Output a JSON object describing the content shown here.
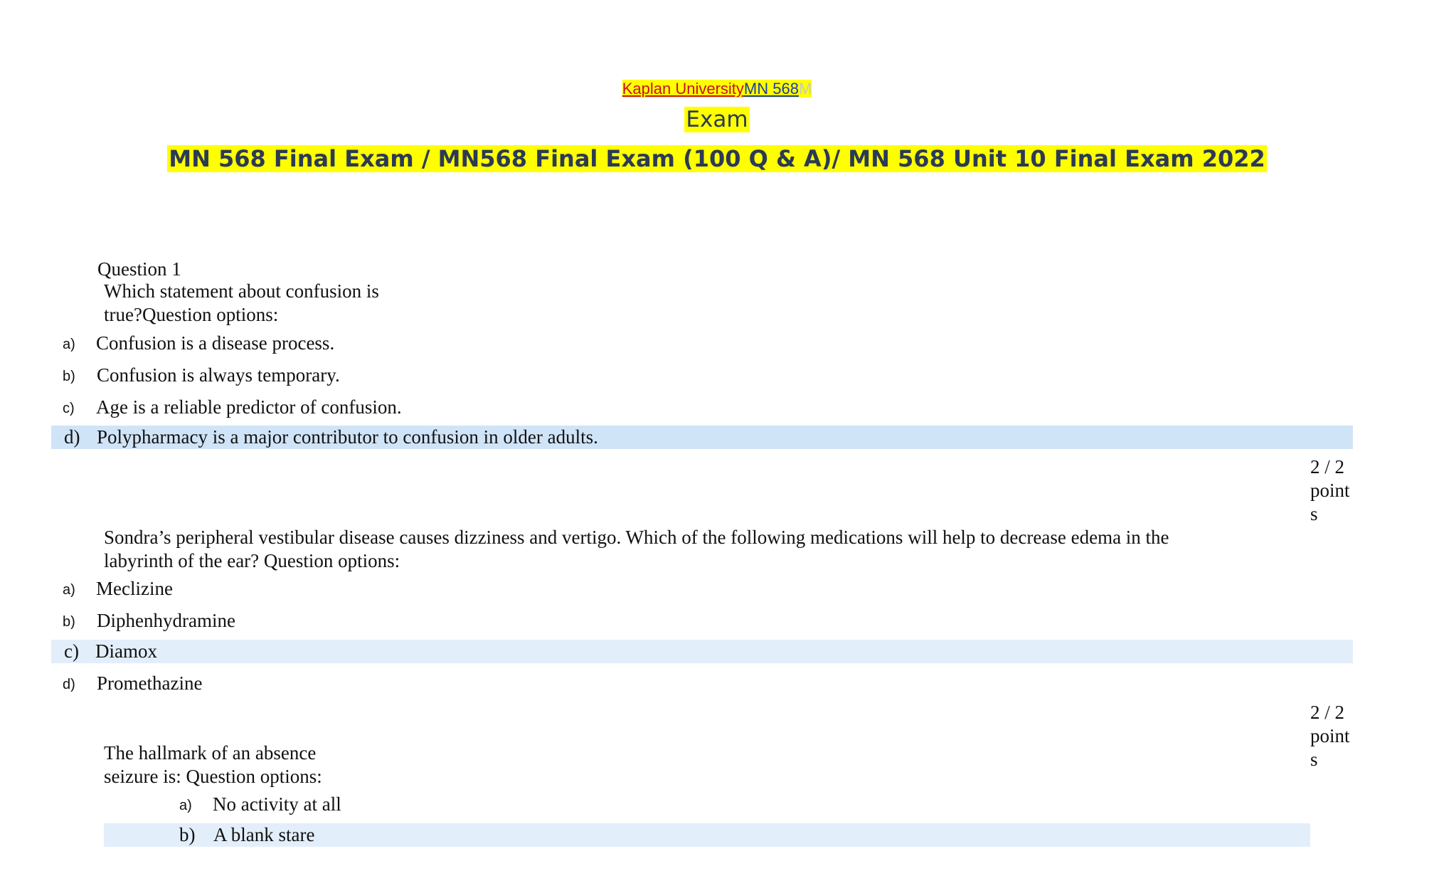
{
  "header": {
    "university": "Kaplan University",
    "course": "MN 568",
    "trail": "M",
    "line2": "Exam",
    "title": "MN 568 Final Exam / MN568 Final Exam (100 Q & A)/ MN 568 Unit 10 Final Exam 2022"
  },
  "questions": [
    {
      "label": "Question 1",
      "text_lines": [
        "Which statement about confusion is",
        "true?Question options:"
      ],
      "options": [
        {
          "letter": "a)",
          "text": "Confusion is a disease process."
        },
        {
          "letter": "b)",
          "text": "Confusion is always temporary."
        },
        {
          "letter": "c)",
          "text": "Age is a reliable predictor of confusion."
        },
        {
          "letter": "d)",
          "text": "Polypharmacy is a major contributor to confusion in older adults."
        }
      ],
      "selected": "d)",
      "points_lines": [
        "2 / 2",
        "point",
        "s"
      ]
    },
    {
      "text_lines": [
        "Sondra’s peripheral vestibular disease causes dizziness and vertigo. Which of the following medications will help to decrease edema in the",
        "labyrinth of the ear? Question options:"
      ],
      "options": [
        {
          "letter": "a)",
          "text": "Meclizine"
        },
        {
          "letter": "b)",
          "text": "Diphenhydramine"
        },
        {
          "letter": "c)",
          "text": "Diamox"
        },
        {
          "letter": "d)",
          "text": "Promethazine"
        }
      ],
      "selected": "c)",
      "points_lines": [
        "2 / 2",
        "point",
        "s"
      ]
    },
    {
      "text_lines": [
        "The hallmark of an absence",
        "seizure is: Question options:"
      ],
      "options": [
        {
          "letter": "a)",
          "text": "No activity at all"
        },
        {
          "letter": "b)",
          "text": "A blank stare"
        }
      ],
      "selected": "b)"
    }
  ],
  "colors": {
    "highlight_yellow": "#ffff00",
    "selected_strong": "#d0e4f8",
    "selected_light": "#e3eefb",
    "university_red": "#c8102e",
    "course_blue": "#1a3ea8",
    "title_navy": "#2b3a55"
  }
}
